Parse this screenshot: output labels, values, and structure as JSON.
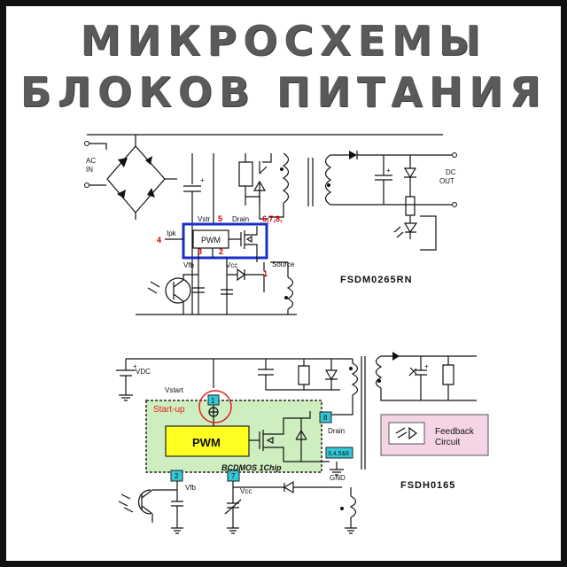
{
  "title": {
    "line1": "МИКРОСХЕМЫ",
    "line2": "БЛОКОВ ПИТАНИЯ"
  },
  "schematic_top": {
    "model": "FSDM0265RN",
    "ac_label_1": "AC",
    "ac_label_2": "IN",
    "dc_label_1": "DC",
    "dc_label_2": "OUT",
    "pwm": "PWM",
    "ipk": "Ipk",
    "vstr": "Vstr",
    "drain": "Drain",
    "vfb": "Vfb",
    "vcc": "Vcc",
    "source": "Source",
    "pin_vstr": "5",
    "pin_drain": "6,7,8,",
    "pin_ipk": "4",
    "pin_3": "3",
    "pin_2": "2",
    "pin_source": "1",
    "colors": {
      "ic_frame": "#1a2fc8",
      "pin_text": "#d00000"
    }
  },
  "schematic_bottom": {
    "model": "FSDH0165",
    "vdc": "VDC",
    "vstart": "Vstart",
    "startup": "Start-up",
    "pwm": "PWM",
    "drain": "Drain",
    "vfb": "Vfb",
    "vcc": "Vcc",
    "gnd": "GND",
    "chip": "BCDMOS 1Chip",
    "pin_1": "1",
    "pin_2": "2",
    "pin_7": "7",
    "pin_8": "8",
    "pin_gnd": "3,4,5&6",
    "feedback_1": "Feedback",
    "feedback_2": "Circuit",
    "colors": {
      "chip_fill": "#cfeec0",
      "pwm_fill": "#ffff22",
      "pin_fill": "#33c8d8",
      "feedback_fill": "#f5d4e6",
      "startup_ring": "#e02020"
    }
  }
}
